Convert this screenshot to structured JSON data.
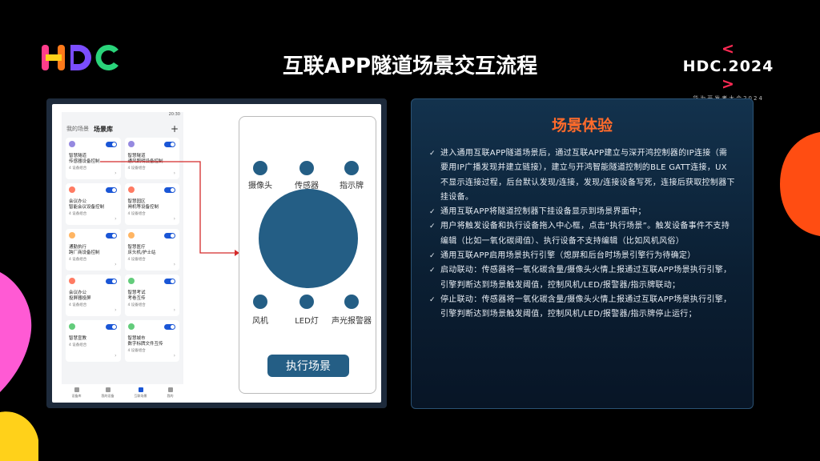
{
  "header": {
    "title": "互联APP隧道场景交互流程",
    "badge_main": "HDC.2024",
    "badge_left": "<",
    "badge_right": ">",
    "badge_sub": "华为开发者大会2024"
  },
  "phone": {
    "status_time": "20:30",
    "tab_my": "我的场景",
    "tab_library": "场景库",
    "add": "+",
    "cards": [
      {
        "name": "智慧隧道",
        "desc": "传感器设备控制",
        "count": "4 设备组合",
        "icon_color": "#7a6bd8"
      },
      {
        "name": "智慧隧道",
        "desc": "通风照明设备控制",
        "count": "4 设备组合",
        "icon_color": "#7a6bd8"
      },
      {
        "name": "会议办公",
        "desc": "智能会议设备控制",
        "count": "4 设备组合",
        "icon_color": "#ff5a3c"
      },
      {
        "name": "智慧园区",
        "desc": "闸机等设备控制",
        "count": "4 设备组合",
        "icon_color": "#ff5a3c"
      },
      {
        "name": "通勤执行",
        "desc": "跨厂商设备控制",
        "count": "4 设备组合",
        "icon_color": "#ffa23c"
      },
      {
        "name": "智慧医疗",
        "desc": "床头机/护士站",
        "count": "4 设备组合",
        "icon_color": "#ffa23c"
      },
      {
        "name": "会议办公",
        "desc": "投屏器投屏",
        "count": "4 设备组合",
        "icon_color": "#ff5a3c"
      },
      {
        "name": "智慧考试",
        "desc": "考卷互传",
        "count": "4 设备组合",
        "icon_color": "#3cbf5a"
      },
      {
        "name": "智慧宣教",
        "desc": "",
        "count": "4 设备组合",
        "icon_color": "#3cbf5a"
      },
      {
        "name": "智慧城市",
        "desc": "数字标牌文件互传",
        "count": "4 设备组合",
        "icon_color": "#3cbf5a"
      }
    ],
    "nav": [
      "设备库",
      "我的设备",
      "互联场景",
      "我的"
    ]
  },
  "canvas": {
    "top_devices": [
      "摄像头",
      "传感器",
      "指示牌"
    ],
    "bottom_devices": [
      "风机",
      "LED灯",
      "声光报警器"
    ],
    "run_button": "执行场景"
  },
  "panel": {
    "title": "场景体验",
    "items": [
      "进入通用互联APP隧道场景后，通过互联APP建立与深开鸿控制器的IP连接（需要用IP广播发现并建立链接），建立与开鸿智能隧道控制的BLE GATT连接，UX不显示连接过程，后台默认发现/连接，发现/连接设备写死，连接后获取控制器下挂设备。",
      "通用互联APP将隧道控制器下挂设备显示到场景界面中；",
      "用户将触发设备和执行设备拖入中心框，点击“执行场景”。触发设备事件不支持编辑（比如一氧化碳阈值）、执行设备不支持编辑（比如风机风俗）",
      "通用互联APP启用场景执行引擎（熄屏和后台时场景引擎行为待确定）",
      "启动联动：传感器将一氧化碳含量/摄像头火情上报通过互联APP场景执行引擎，引擎判断达到场景触发阈值，控制风机/LED/报警器/指示牌联动；",
      "停止联动：传感器将一氧化碳含量/摄像头火情上报通过互联APP场景执行引擎，引擎判断达到场景触发阈值，控制风机/LED/报警器/指示牌停止运行；"
    ]
  },
  "colors": {
    "accent_orange": "#ff6b2b",
    "device_blue": "#245e85",
    "connector_red": "#d42a2a"
  }
}
